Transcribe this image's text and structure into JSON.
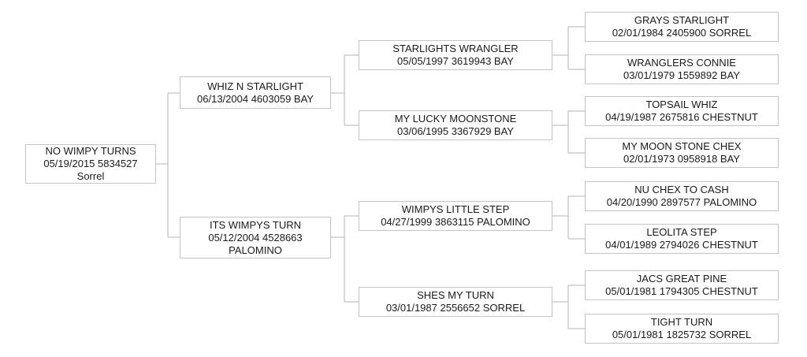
{
  "diagram_type": "horse-pedigree-tree",
  "generations": 4,
  "colors": {
    "box_border": "#c3c3c3",
    "connector_line": "#b3b3b3",
    "text": "#1a1a1a",
    "background": "#ffffff"
  },
  "nodes": {
    "root": {
      "line1": "NO WIMPY TURNS",
      "line2": "05/19/2015 5834527",
      "line3": "Sorrel",
      "relation": "subject"
    },
    "sire": {
      "line1": "WHIZ N STARLIGHT",
      "line2": "06/13/2004 4603059 BAY",
      "line3": "",
      "relation": "sire"
    },
    "dam": {
      "line1": "ITS WIMPYS TURN",
      "line2": "05/12/2004 4528663",
      "line3": "PALOMINO",
      "relation": "dam"
    },
    "ss": {
      "line1": "STARLIGHTS WRANGLER",
      "line2": "05/05/1997 3619943 BAY",
      "line3": "",
      "relation": "sire-sire"
    },
    "sd": {
      "line1": "MY LUCKY MOONSTONE",
      "line2": "03/06/1995 3367929 BAY",
      "line3": "",
      "relation": "sire-dam"
    },
    "ds": {
      "line1": "WIMPYS LITTLE STEP",
      "line2": "04/27/1999 3863115 PALOMINO",
      "line3": "",
      "relation": "dam-sire"
    },
    "dd": {
      "line1": "SHES MY TURN",
      "line2": "03/01/1987 2556652 SORREL",
      "line3": "",
      "relation": "dam-dam"
    },
    "sss": {
      "line1": "GRAYS STARLIGHT",
      "line2": "02/01/1984 2405900 SORREL",
      "line3": "",
      "relation": "sire-sire-sire"
    },
    "ssd": {
      "line1": "WRANGLERS CONNIE",
      "line2": "03/01/1979 1559892 BAY",
      "line3": "",
      "relation": "sire-sire-dam"
    },
    "sds": {
      "line1": "TOPSAIL WHIZ",
      "line2": "04/19/1987 2675816 CHESTNUT",
      "line3": "",
      "relation": "sire-dam-sire"
    },
    "sdd": {
      "line1": "MY MOON STONE CHEX",
      "line2": "02/01/1973 0958918 BAY",
      "line3": "",
      "relation": "sire-dam-dam"
    },
    "dss": {
      "line1": "NU CHEX TO CASH",
      "line2": "04/20/1990 2897577 PALOMINO",
      "line3": "",
      "relation": "dam-sire-sire"
    },
    "dsd": {
      "line1": "LEOLITA STEP",
      "line2": "04/01/1989 2794026 CHESTNUT",
      "line3": "",
      "relation": "dam-sire-dam"
    },
    "dds": {
      "line1": "JACS GREAT PINE",
      "line2": "05/01/1981 1794305 CHESTNUT",
      "line3": "",
      "relation": "dam-dam-sire"
    },
    "ddd": {
      "line1": "TIGHT TURN",
      "line2": "05/01/1981 1825732 SORREL",
      "line3": "",
      "relation": "dam-dam-dam"
    }
  }
}
